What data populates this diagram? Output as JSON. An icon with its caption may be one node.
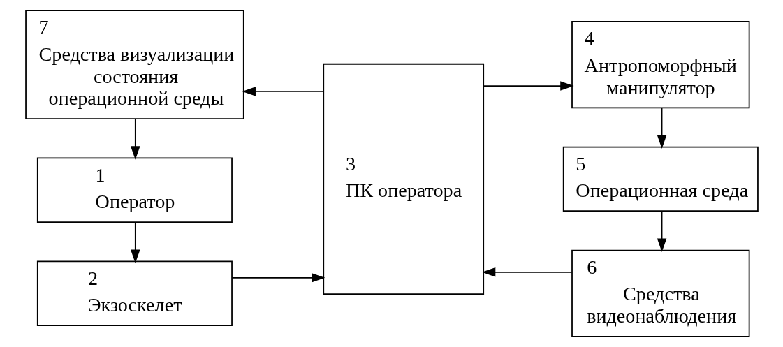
{
  "diagram": {
    "nodes": [
      {
        "text": [
          "2",
          "Экзоскелет"
        ]
      },
      {
        "text": [
          "1",
          "Оператор"
        ]
      },
      {
        "text": [
          "7",
          "Средства визуализации состояния операционной среды"
        ]
      },
      {
        "text": [
          "3",
          "ПК оператора"
        ]
      },
      {
        "text": [
          "4",
          "Антропоморфный манипулятор"
        ]
      },
      {
        "text": [
          "5",
          "Операционная среда"
        ]
      },
      {
        "text": [
          "6",
          "Средства видеонаблюдения"
        ]
      }
    ],
    "edges": [
      {
        "from": 1,
        "to": 0,
        "arrow": "to"
      },
      {
        "from": 2,
        "to": 1,
        "arrow": "to"
      },
      {
        "from": 0,
        "to": 3,
        "arrow": "to"
      },
      {
        "from": 3,
        "to": 2,
        "arrow": "to"
      },
      {
        "from": 3,
        "to": 4,
        "arrow": "to"
      },
      {
        "from": 4,
        "to": 5,
        "arrow": "to"
      },
      {
        "from": 5,
        "to": 6,
        "arrow": "to"
      },
      {
        "from": 6,
        "to": 3,
        "arrow": "to"
      }
    ]
  }
}
